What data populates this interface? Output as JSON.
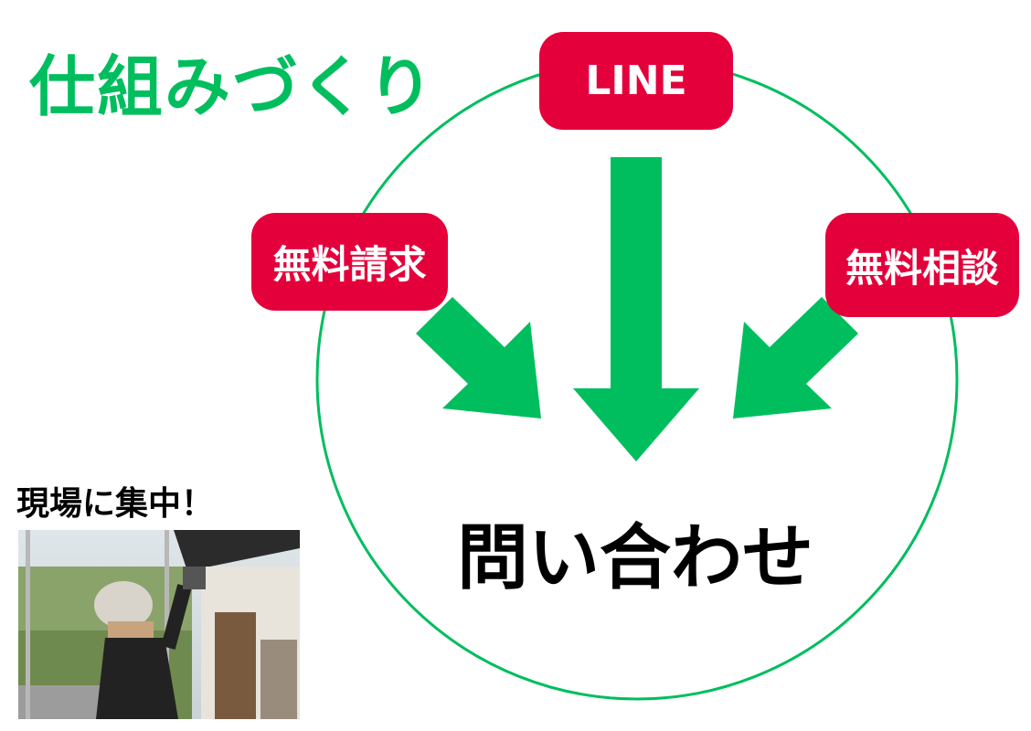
{
  "title": "仕組みづくり",
  "sources": [
    {
      "label": "LINE"
    },
    {
      "label": "無料請求"
    },
    {
      "label": "無料相談"
    }
  ],
  "target": "問い合わせ",
  "caption": "現場に集中！",
  "colors": {
    "green": "#00BE5E",
    "red": "#E4003A",
    "text": "#000000"
  }
}
